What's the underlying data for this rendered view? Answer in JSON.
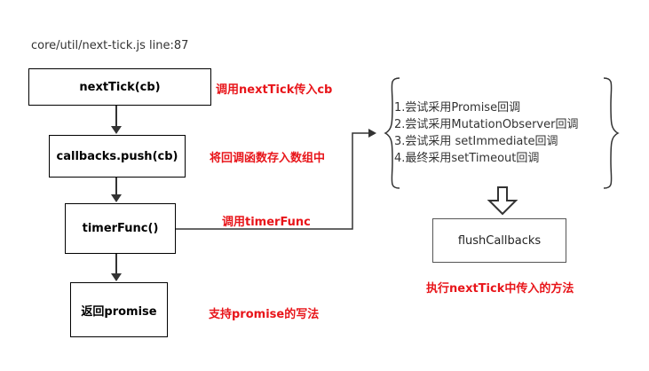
{
  "header": {
    "path": "core/util/next-tick.js line:87"
  },
  "flow": [
    {
      "label": "nextTick(cb)",
      "note": "调用nextTick传入cb"
    },
    {
      "label": "callbacks.push(cb)",
      "note": "将回调函数存入数组中"
    },
    {
      "label": "timerFunc()",
      "note": "调用timerFunc"
    },
    {
      "label": "返回promise",
      "note": "支持promise的写法"
    }
  ],
  "strategies": [
    "1.尝试采用Promise回调",
    "2.尝试采用MutationObserver回调",
    "3.尝试采用 setImmediate回调",
    "4.最终采用setTimeout回调"
  ],
  "flush": {
    "label": "flushCallbacks",
    "note": "执行nextTick中传入的方法"
  }
}
